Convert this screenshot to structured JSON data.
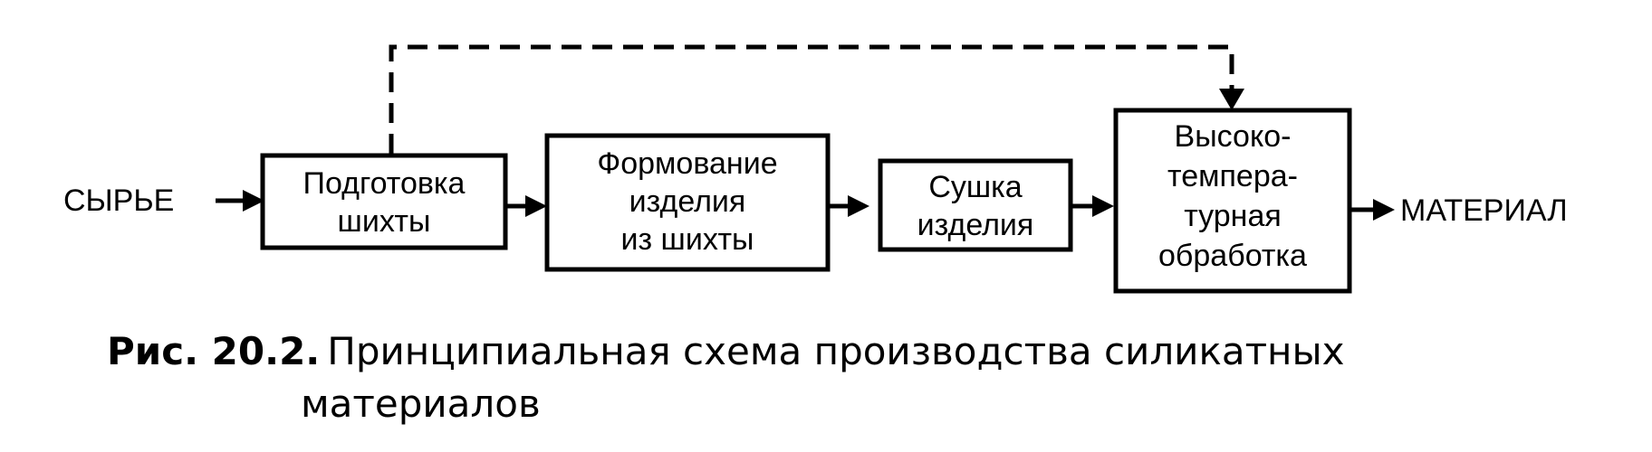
{
  "diagram": {
    "input_label": "СЫРЬЕ",
    "output_label": "МАТЕРИАЛ",
    "nodes": [
      {
        "id": "batch-prep",
        "lines": [
          "Подготовка",
          "шихты"
        ]
      },
      {
        "id": "forming",
        "lines": [
          "Формование",
          "изделия",
          "из шихты"
        ]
      },
      {
        "id": "drying",
        "lines": [
          "Сушка",
          "изделия"
        ]
      },
      {
        "id": "high-temp",
        "lines": [
          "Высоко-",
          "темпера-",
          "турная",
          "обработка"
        ]
      }
    ],
    "edges": [
      {
        "from": "input",
        "to": "batch-prep",
        "style": "solid"
      },
      {
        "from": "batch-prep",
        "to": "forming",
        "style": "solid"
      },
      {
        "from": "forming",
        "to": "drying",
        "style": "solid"
      },
      {
        "from": "drying",
        "to": "high-temp",
        "style": "solid"
      },
      {
        "from": "high-temp",
        "to": "output",
        "style": "solid"
      },
      {
        "from": "batch-prep",
        "to": "high-temp",
        "style": "dashed"
      }
    ]
  },
  "caption": {
    "number": "Рис. 20.2.",
    "text_line1": "Принципиальная схема производства силикатных",
    "text_line2": "материалов"
  }
}
